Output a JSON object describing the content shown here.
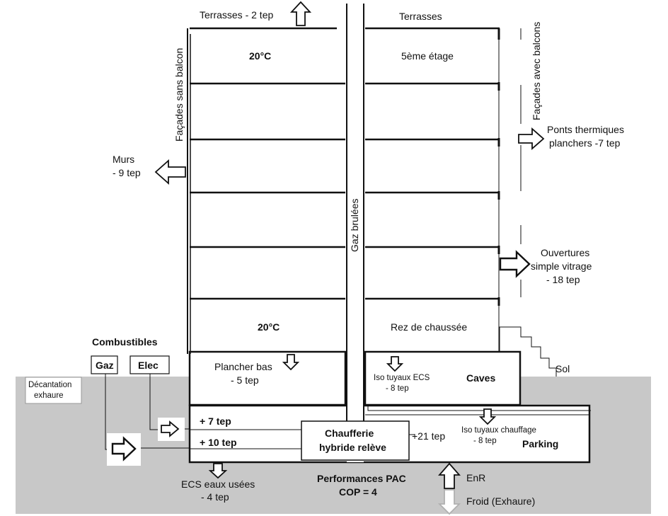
{
  "labels": {
    "terrasses_left": "Terrasses - 2 tep",
    "terrasses_right": "Terrasses",
    "facades_sans_balcon": "Façades sans balcon",
    "facades_avec_balcons": "Façades avec balcons",
    "temp_top": "20°C",
    "etage5": "5ème étage",
    "ponts_1": "Ponts thermiques",
    "ponts_2": "planchers  -7 tep",
    "murs_1": "Murs",
    "murs_2": "- 9 tep",
    "gaz_brulees": "Gaz brulées",
    "ouvertures_1": "Ouvertures",
    "ouvertures_2": "simple vitrage",
    "ouvertures_3": "- 18 tep",
    "temp_rdc": "20°C",
    "rdc": "Rez de chaussée",
    "combustibles": "Combustibles",
    "gaz": "Gaz",
    "elec": "Elec",
    "decantation_1": "Décantation",
    "decantation_2": "exhaure",
    "plancher_bas_1": "Plancher bas",
    "plancher_bas_2": "- 5 tep",
    "iso_ecs_1": "Iso tuyaux ECS",
    "iso_ecs_2": "- 8 tep",
    "caves": "Caves",
    "sol": "Sol",
    "plus7": "+ 7 tep",
    "plus10": "+ 10 tep",
    "chaufferie_1": "Chaufferie",
    "chaufferie_2": "hybride relève",
    "plus21": "+21 tep",
    "iso_chauffage_1": "Iso tuyaux chauffage",
    "iso_chauffage_2": "- 8 tep",
    "parking": "Parking",
    "ecs_1": "ECS eaux usées",
    "ecs_2": "- 4 tep",
    "perf_1": "Performances PAC",
    "perf_2": "COP = 4",
    "enr": "EnR",
    "froid": "Froid (Exhaure)"
  },
  "colors": {
    "ground": "#c8c8c8",
    "stroke": "#111111",
    "light_arrow": "#bdbdbd"
  }
}
